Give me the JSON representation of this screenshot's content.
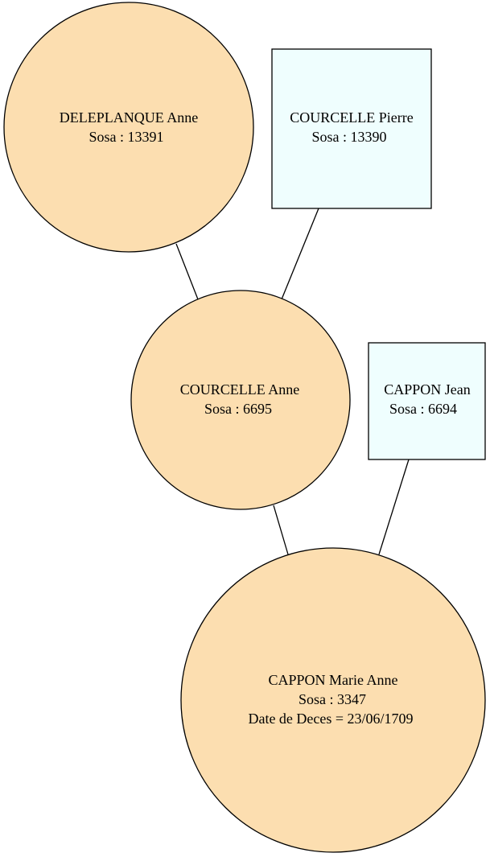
{
  "colors": {
    "female_fill": "#fcdeb0",
    "male_fill": "#effefe",
    "stroke": "#000000",
    "background": "#ffffff"
  },
  "nodes": {
    "deleplanque_anne": {
      "name": "DELEPLANQUE Anne",
      "sosa": "Sosa : 13391",
      "shape": "circle"
    },
    "courcelle_pierre": {
      "name": "COURCELLE Pierre",
      "sosa": "Sosa : 13390",
      "shape": "box"
    },
    "courcelle_anne": {
      "name": "COURCELLE Anne",
      "sosa": "Sosa : 6695",
      "shape": "circle"
    },
    "cappon_jean": {
      "name": "CAPPON Jean",
      "sosa": "Sosa : 6694",
      "shape": "box"
    },
    "cappon_marie_anne": {
      "name": "CAPPON Marie Anne",
      "sosa": "Sosa : 3347",
      "death": "Date de Deces = 23/06/1709",
      "shape": "circle"
    }
  },
  "edges": [
    {
      "from": "deleplanque_anne",
      "to": "courcelle_anne"
    },
    {
      "from": "courcelle_pierre",
      "to": "courcelle_anne"
    },
    {
      "from": "courcelle_anne",
      "to": "cappon_marie_anne"
    },
    {
      "from": "cappon_jean",
      "to": "cappon_marie_anne"
    }
  ]
}
